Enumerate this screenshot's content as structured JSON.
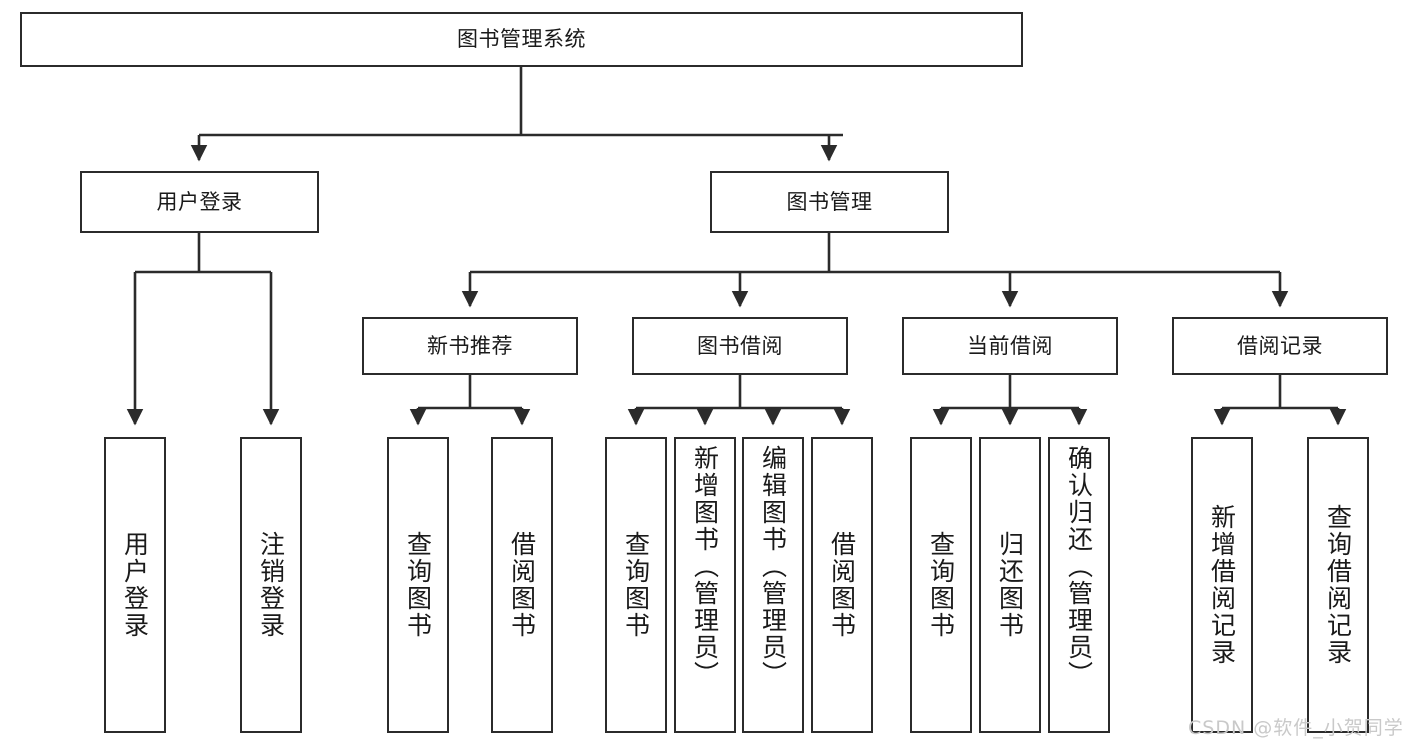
{
  "diagram": {
    "title": "图书管理系统",
    "type": "tree",
    "watermark": "CSDN @软件_小贺同学",
    "colors": {
      "box_stroke": "#2b2b2b",
      "box_fill": "#ffffff",
      "edge": "#2b2b2b",
      "text": "#1a1a1a",
      "watermark": "#c9c9c9",
      "background": "#ffffff"
    },
    "nodes": {
      "root": {
        "label": "图书管理系统"
      },
      "level2": [
        {
          "id": "user-login",
          "label": "用户登录"
        },
        {
          "id": "book-manage",
          "label": "图书管理"
        }
      ],
      "level3": [
        {
          "id": "new-book-rec",
          "label": "新书推荐"
        },
        {
          "id": "book-borrow",
          "label": "图书借阅"
        },
        {
          "id": "current-borrow",
          "label": "当前借阅"
        },
        {
          "id": "borrow-record",
          "label": "借阅记录"
        }
      ],
      "leaves": {
        "user-login": [
          {
            "id": "leaf-user-login",
            "label": "用户登录"
          },
          {
            "id": "leaf-logout",
            "label": "注销登录"
          }
        ],
        "new-book-rec": [
          {
            "id": "leaf-query-book-1",
            "label": "查询图书"
          },
          {
            "id": "leaf-borrow-book-1",
            "label": "借阅图书"
          }
        ],
        "book-borrow": [
          {
            "id": "leaf-query-book-2",
            "label": "查询图书"
          },
          {
            "id": "leaf-add-book",
            "label": "新增图书（管理员）"
          },
          {
            "id": "leaf-edit-book",
            "label": "编辑图书（管理员）"
          },
          {
            "id": "leaf-borrow-book-2",
            "label": "借阅图书"
          }
        ],
        "current-borrow": [
          {
            "id": "leaf-query-book-3",
            "label": "查询图书"
          },
          {
            "id": "leaf-return-book",
            "label": "归还图书"
          },
          {
            "id": "leaf-confirm-return",
            "label": "确认归还（管理员）"
          }
        ],
        "borrow-record": [
          {
            "id": "leaf-add-record",
            "label": "新增借阅记录"
          },
          {
            "id": "leaf-query-record",
            "label": "查询借阅记录"
          }
        ]
      }
    }
  }
}
